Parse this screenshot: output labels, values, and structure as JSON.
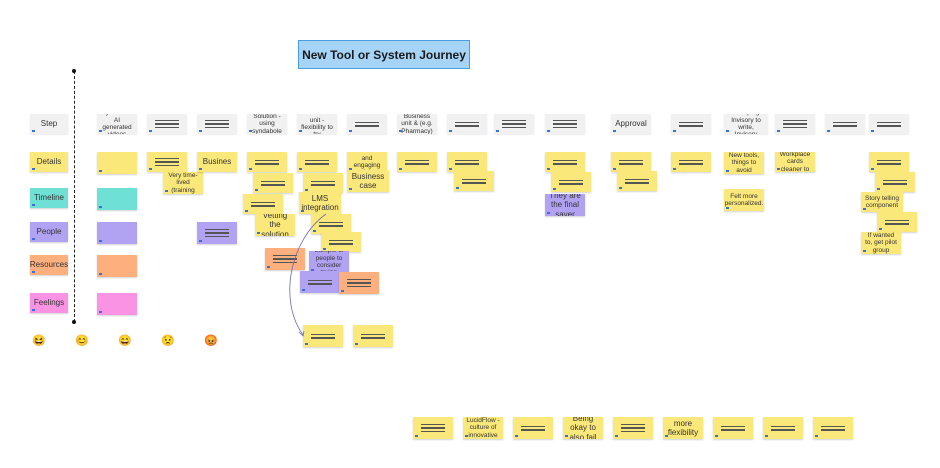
{
  "board": {
    "title": "New Tool or System Journey"
  },
  "rows": {
    "step": "Step",
    "details": "Details",
    "timeline": "Timeline",
    "people": "People",
    "resources": "Resources",
    "feelings": "Feelings"
  },
  "steps": {
    "s1": "Syndable - AI generated videos",
    "s4": "Solution - using syndabole",
    "s5": "Business unit - flexibility to try",
    "s7": "Business unit & (e.g. Pharmacy)",
    "approval": "Approval",
    "s13": "Escaping Invisory to write, Invisory"
  },
  "notes": {
    "busines": "Busines",
    "very_time": "Very time-lived (training",
    "vetting": "Vetting the solution",
    "lms": "LMS integration",
    "effective": "Effective and engaging training",
    "business_case": "Business case",
    "final_sayer": "They are the final sayer",
    "new_tools": "New tools, things to avoid",
    "felt_more": "Felt more personalized.",
    "story": "Story telling component",
    "if_wanted": "If wanted to, get pilot group",
    "sample": "Sample of people to consider trying",
    "workplace": "Workplace cards cleaner to",
    "bottom_lucidflow": "LucidFlow - culture of innovative",
    "bottom_okay": "Being okay to also fail",
    "bottom_flex": "more flexibility"
  },
  "colors": {
    "sticky_yellow": "#fbe87a",
    "header_grey": "#f1f1f1",
    "timeline_teal": "#6fe0d5",
    "people_purple": "#b2a3f2",
    "resources_orange": "#fdb07e",
    "feelings_pink": "#fb93e4",
    "title_blue": "#a6d4f7"
  },
  "emojis": [
    "very-happy",
    "happy",
    "neutral-happy",
    "worried",
    "angry"
  ]
}
